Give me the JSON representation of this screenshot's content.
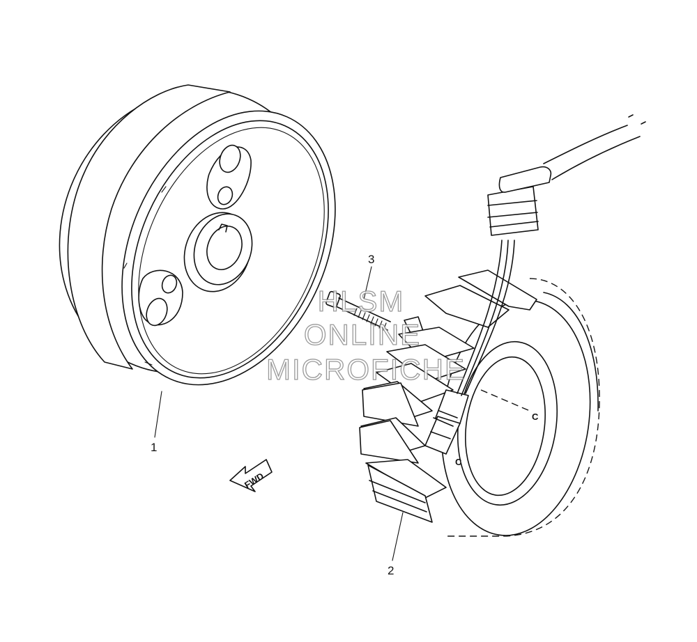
{
  "callouts": {
    "part1": "1",
    "part2": "2",
    "part3": "3"
  },
  "direction_label": "FWD",
  "watermark": {
    "line1": "HLSM",
    "line2": "ONLINE",
    "line3": "MICROFICHE"
  }
}
